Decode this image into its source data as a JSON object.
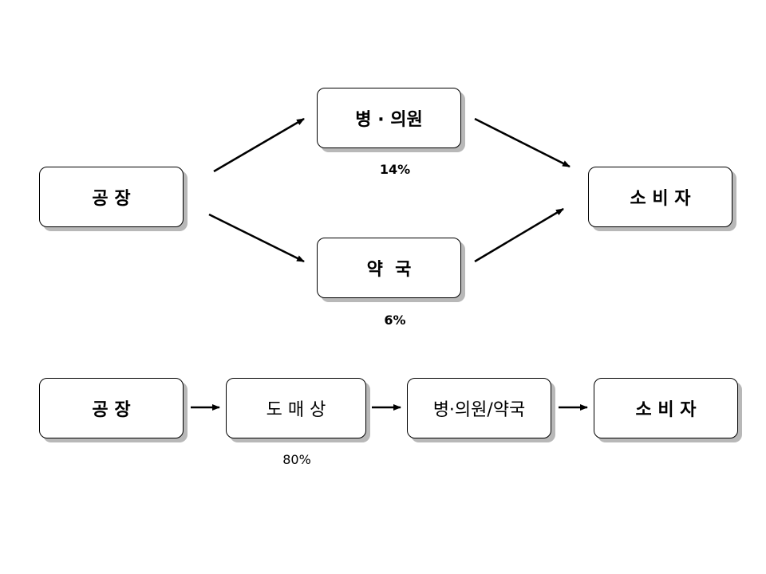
{
  "top_flow": {
    "factory": "공 장",
    "hospital": "병 · 의원",
    "pharmacy": "약  국",
    "consumer": "소 비 자",
    "hospital_pct": "14%",
    "pharmacy_pct": "6%"
  },
  "bottom_flow": {
    "factory": "공 장",
    "wholesaler": "도 매 상",
    "hospital_pharmacy": "병·의원/약국",
    "consumer": "소 비 자",
    "wholesaler_pct": "80%"
  },
  "colors": {
    "line": "#000000",
    "shadow": "#b8b8b8",
    "box_fill": "#ffffff"
  }
}
